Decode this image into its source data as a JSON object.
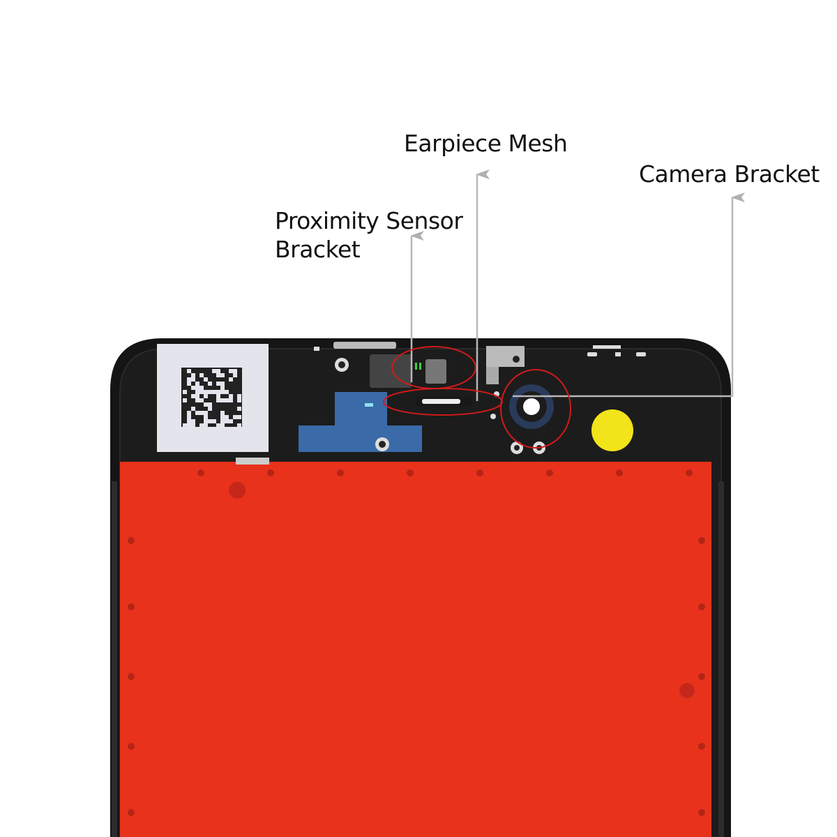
{
  "callouts": {
    "earpiece_mesh": "Earpiece Mesh",
    "camera_bracket": "Camera Bracket",
    "proximity_line1": "Proximity Sensor",
    "proximity_line2": "Bracket"
  },
  "colors": {
    "frame": "#151515",
    "panel": "#e8321c",
    "leader": "#b8b8b8",
    "highlight": "#d11a1a",
    "yellow_dot": "#f2e41a",
    "blue_bracket": "#3b6aa8",
    "label_sticker": "#e4e4ec"
  }
}
